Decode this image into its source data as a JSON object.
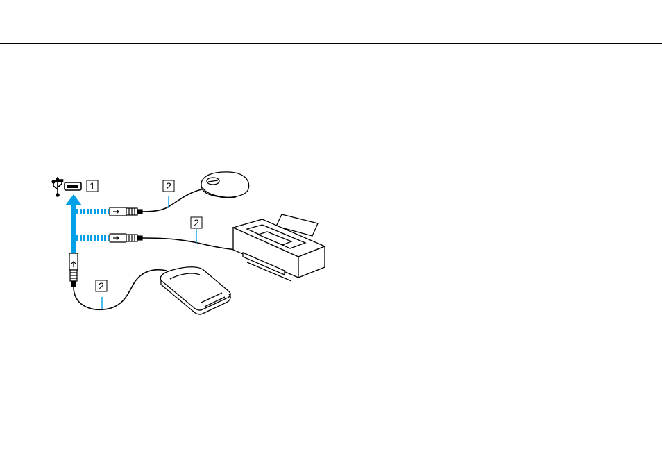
{
  "header": {
    "rule_color": "#000000"
  },
  "figure": {
    "accent_color": "#00a0e9",
    "callouts": {
      "port": "1",
      "mouse_cable": "2",
      "printer_cable": "2",
      "drive_cable": "2"
    },
    "icons": [
      "usb-symbol-icon",
      "usb-port-icon",
      "mouse-icon",
      "printer-icon",
      "external-drive-icon",
      "usb-plug-icon"
    ]
  }
}
